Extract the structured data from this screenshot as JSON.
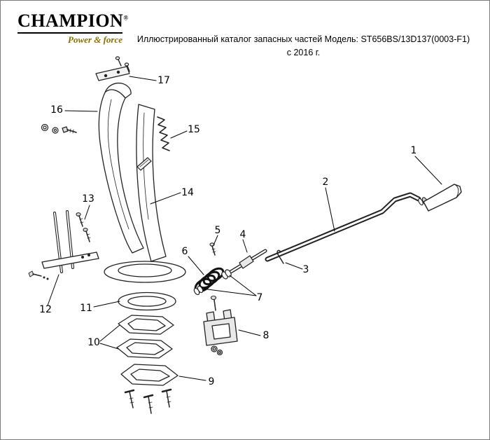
{
  "header": {
    "brand": "CHAMPION",
    "registered_mark": "®",
    "tagline": "Power & force",
    "title_line1": "Иллюстрированный каталог запасных частей Модель: ST656BS/13D137(0003-F1)",
    "title_line2": "с 2016 г."
  },
  "diagram": {
    "part_labels": [
      "1",
      "2",
      "3",
      "4",
      "5",
      "6",
      "7",
      "8",
      "9",
      "10",
      "11",
      "12",
      "13",
      "14",
      "15",
      "16",
      "17"
    ]
  }
}
